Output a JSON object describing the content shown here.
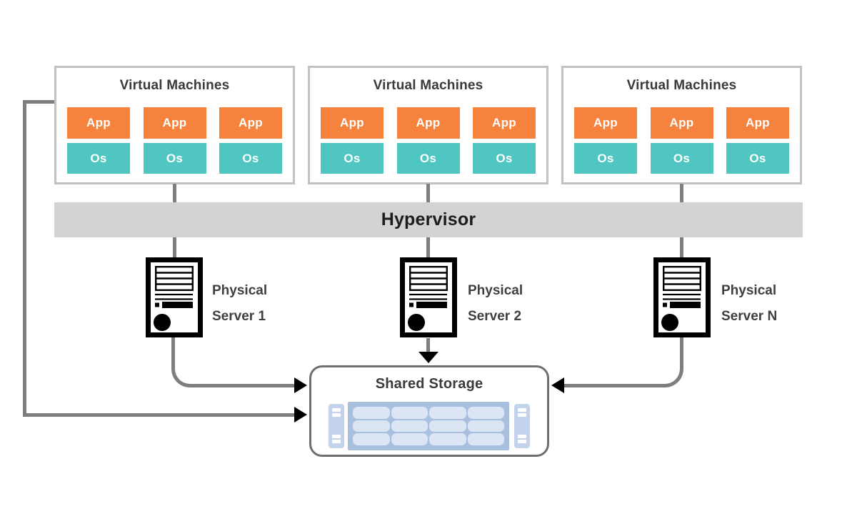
{
  "vm_groups": [
    {
      "title": "Virtual Machines",
      "vms": [
        {
          "app": "App",
          "os": "Os"
        },
        {
          "app": "App",
          "os": "Os"
        },
        {
          "app": "App",
          "os": "Os"
        }
      ]
    },
    {
      "title": "Virtual Machines",
      "vms": [
        {
          "app": "App",
          "os": "Os"
        },
        {
          "app": "App",
          "os": "Os"
        },
        {
          "app": "App",
          "os": "Os"
        }
      ]
    },
    {
      "title": "Virtual Machines",
      "vms": [
        {
          "app": "App",
          "os": "Os"
        },
        {
          "app": "App",
          "os": "Os"
        },
        {
          "app": "App",
          "os": "Os"
        }
      ]
    }
  ],
  "hypervisor": {
    "label": "Hypervisor"
  },
  "servers": [
    {
      "label_line1": "Physical",
      "label_line2": "Server 1"
    },
    {
      "label_line1": "Physical",
      "label_line2": "Server 2"
    },
    {
      "label_line1": "Physical",
      "label_line2": "Server N"
    }
  ],
  "shared_storage": {
    "title": "Shared Storage"
  },
  "icons": [
    "server-icon",
    "storage-array-icon",
    "arrow-right-icon",
    "arrow-left-icon",
    "arrow-down-icon"
  ],
  "colors": {
    "app_orange": "#f5833d",
    "os_teal": "#4fc6c2",
    "hypervisor_gray": "#d3d3d3",
    "vm_border_gray": "#c1c1c1",
    "connector_gray": "#7e7e7e",
    "arrow_black": "#000000",
    "storage_border_gray": "#6f6f6f",
    "storage_body_blue": "#a9bfde",
    "storage_cell_blue": "#dbe5f3",
    "storage_bracket_blue": "#c3d3eb",
    "text_dark": "#3a3a3a"
  }
}
